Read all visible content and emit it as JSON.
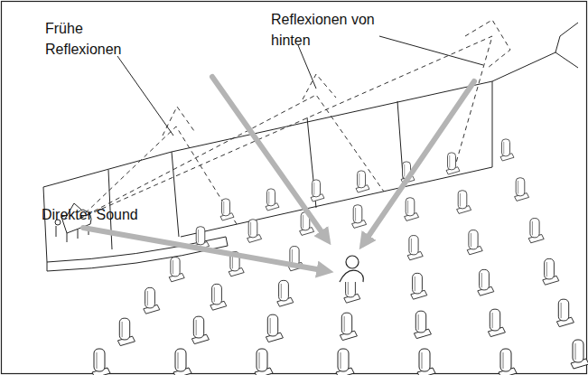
{
  "diagram": {
    "labels": [
      "Frühe Reflexionen",
      "Reflexionen von hinten",
      "Direkter Sound"
    ]
  }
}
